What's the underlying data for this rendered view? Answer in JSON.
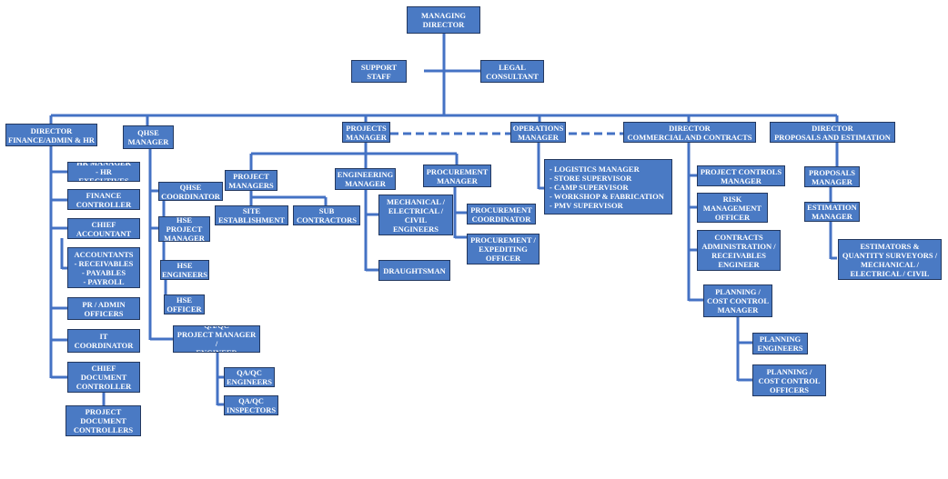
{
  "colors": {
    "box_fill": "#4a7ac4",
    "box_border": "#23385f",
    "line": "#4472c4",
    "text": "#ffffff"
  },
  "nodes": {
    "managing_director": "MANAGING\nDIRECTOR",
    "support_staff": "SUPPORT\nSTAFF",
    "legal_consultant": "LEGAL\nCONSULTANT",
    "director_finance": "DIRECTOR\nFINANCE/ADMIN & HR",
    "qhse_manager": "QHSE\nMANAGER",
    "projects_manager": "PROJECTS\nMANAGER",
    "operations_manager": "OPERATIONS\nMANAGER",
    "director_commercial": "DIRECTOR\nCOMMERCIAL AND CONTRACTS",
    "director_proposals": "DIRECTOR\nPROPOSALS AND ESTIMATION",
    "hr_manager": "HR MANAGER\n- HR EXECUTIVES",
    "finance_controller": "FINANCE\nCONTROLLER",
    "chief_accountant": "CHIEF\nACCOUNTANT",
    "accountants": "ACCOUNTANTS\n- RECEIVABLES\n- PAYABLES\n- PAYROLL",
    "pr_admin": "PR / ADMIN\nOFFICERS",
    "it_coordinator": "IT\nCOORDINATOR",
    "chief_doc_controller": "CHIEF\nDOCUMENT\nCONTROLLER",
    "project_doc_controllers": "PROJECT\nDOCUMENT\nCONTROLLERS",
    "qhse_coordinator": "QHSE\nCOORDINATOR",
    "hse_project_manager": "HSE\nPROJECT\nMANAGER",
    "hse_engineers": "HSE\nENGINEERS",
    "hse_officer": "HSE\nOFFICER",
    "qaqc_pm": "QA/QC\nPROJECT MANAGER /\nENGINEER",
    "qaqc_engineers": "QA/QC\nENGINEERS",
    "qaqc_inspectors": "QA/QC\nINSPECTORS",
    "project_managers": "PROJECT\nMANAGERS",
    "site_establishment": "SITE\nESTABLISHMENT",
    "sub_contractors": "SUB\nCONTRACTORS",
    "engineering_manager": "ENGINEERING\nMANAGER",
    "mech_elec_civil": "MECHANICAL /\nELECTRICAL /\nCIVIL ENGINEERS",
    "draughtsman": "DRAUGHTSMAN",
    "procurement_manager": "PROCUREMENT\nMANAGER",
    "procurement_coordinator": "PROCUREMENT\nCOORDINATOR",
    "procurement_expediting": "PROCUREMENT /\nEXPEDITING\nOFFICER",
    "ops_list": "- LOGISTICS MANAGER\n- STORE SUPERVISOR\n- CAMP SUPERVISOR\n- WORKSHOP & FABRICATION\n- PMV SUPERVISOR",
    "project_controls_manager": "PROJECT CONTROLS\nMANAGER",
    "risk_management": "RISK\nMANAGEMENT\nOFFICER",
    "contracts_admin": "CONTRACTS\nADMINISTRATION /\nRECEIVABLES\nENGINEER",
    "planning_cost_manager": "PLANNING /\nCOST CONTROL\nMANAGER",
    "planning_engineers": "PLANNING\nENGINEERS",
    "planning_cost_officers": "PLANNING /\nCOST CONTROL\nOFFICERS",
    "proposals_manager": "PROPOSALS\nMANAGER",
    "estimation_manager": "ESTIMATION\nMANAGER",
    "estimators": "ESTIMATORS &\nQUANTITY SURVEYORS /\nMECHANICAL /\nELECTRICAL / CIVIL"
  }
}
